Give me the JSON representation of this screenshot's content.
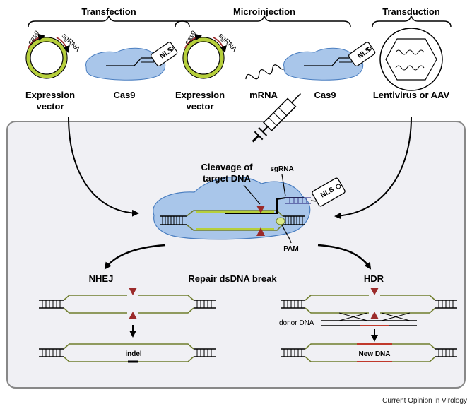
{
  "methods": {
    "transfection": "Transfection",
    "microinjection": "Microinjection",
    "transduction": "Transduction"
  },
  "items": {
    "expression_vector_1": [
      "Expression",
      "vector"
    ],
    "cas9_1": "Cas9",
    "expression_vector_2": [
      "Expression",
      "vector"
    ],
    "mrna": "mRNA",
    "cas9_2": "Cas9",
    "lentivirus": "Lentivirus or AAV"
  },
  "plasmid_labels": {
    "cas9": "cas9",
    "sgrna": "sgRNA"
  },
  "tag": "NLS",
  "cleavage": {
    "line1": "Cleavage of",
    "line2": "target DNA",
    "sgrna": "sgRNA",
    "pam": "PAM"
  },
  "repair": {
    "center": "Repair dsDNA break",
    "nhej": "NHEJ",
    "hdr": "HDR",
    "indel": "indel",
    "donor": "donor DNA",
    "new_dna": "New DNA"
  },
  "credit": "Current Opinion in Virology",
  "colors": {
    "protein": "#a9c6ea",
    "protein_stroke": "#4a7ec0",
    "plasmid_green": "#b6cf3b",
    "strand_green": "#6f7d2c",
    "cut_red": "#9b2a2a",
    "panel_bg": "#f0f0f4"
  }
}
